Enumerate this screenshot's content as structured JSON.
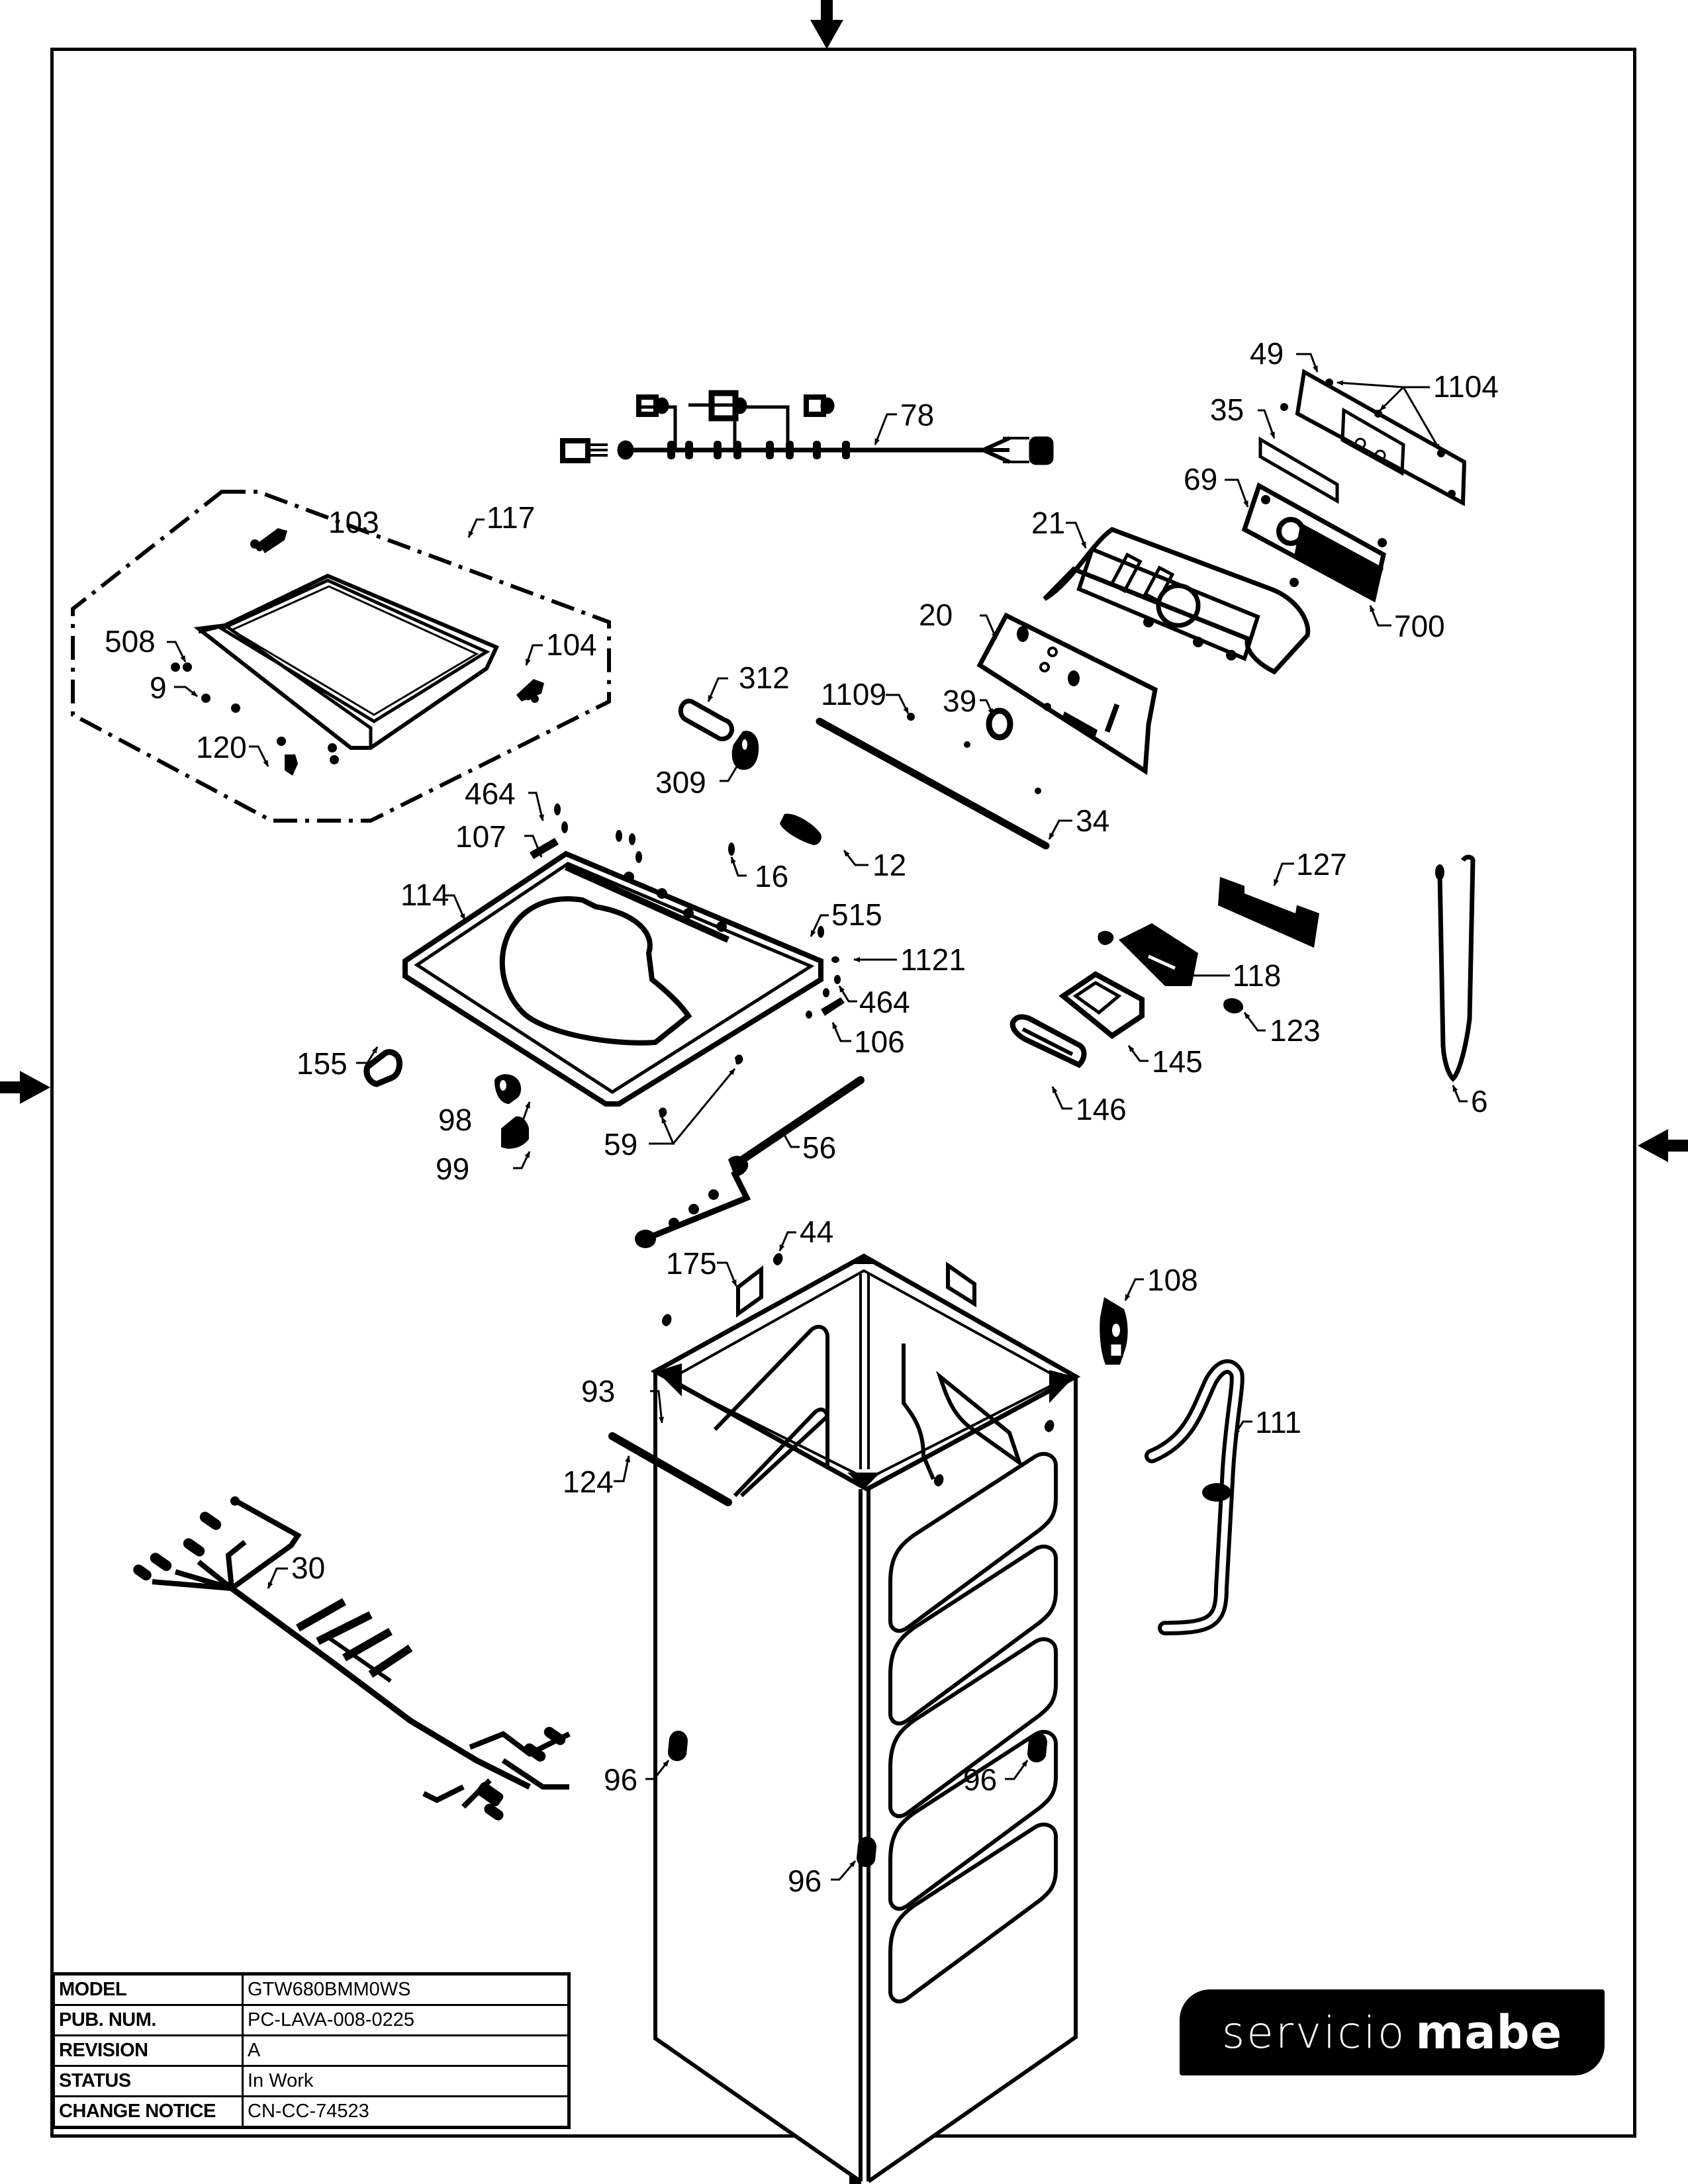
{
  "title_block": {
    "rows": [
      {
        "label": "MODEL",
        "value": "GTW680BMM0WS"
      },
      {
        "label": "PUB. NUM.",
        "value": "PC-LAVA-008-0225"
      },
      {
        "label": "REVISION",
        "value": "A"
      },
      {
        "label": "STATUS",
        "value": "In Work"
      },
      {
        "label": "CHANGE NOTICE",
        "value": "CN-CC-74523"
      }
    ]
  },
  "logo": {
    "light": "servicio",
    "bold": "mabe"
  },
  "frame_markers": [
    "arrow-top",
    "arrow-bottom",
    "arrow-left",
    "arrow-right"
  ],
  "callouts": {
    "c49": "49",
    "c1104": "1104",
    "c35": "35",
    "c78": "78",
    "c69": "69",
    "c117": "117",
    "c103": "103",
    "c21": "21",
    "c700": "700",
    "c20": "20",
    "c508": "508",
    "c104": "104",
    "c9": "9",
    "c312": "312",
    "c1109": "1109",
    "c39": "39",
    "c120": "120",
    "c309": "309",
    "c464a": "464",
    "c34": "34",
    "c107": "107",
    "c16": "16",
    "c12": "12",
    "c127": "127",
    "c114": "114",
    "c515": "515",
    "c1121": "1121",
    "c118": "118",
    "c464b": "464",
    "c106": "106",
    "c123": "123",
    "c155": "155",
    "c145": "145",
    "c146": "146",
    "c6": "6",
    "c98": "98",
    "c59": "59",
    "c56": "56",
    "c99": "99",
    "c44": "44",
    "c175": "175",
    "c108": "108",
    "c93": "93",
    "c111": "111",
    "c124": "124",
    "c30": "30",
    "c96a": "96",
    "c96b": "96",
    "c96c": "96"
  },
  "colors": {
    "ink": "#000000",
    "paper": "#ffffff"
  }
}
